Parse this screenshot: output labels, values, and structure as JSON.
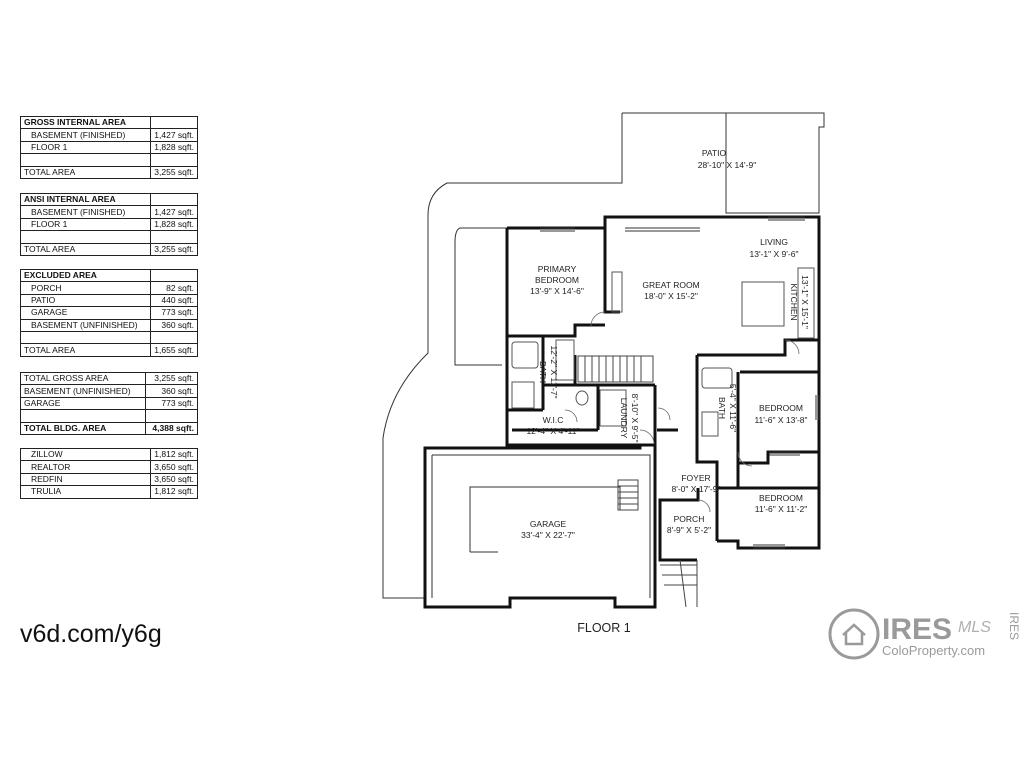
{
  "tables": {
    "gross": {
      "header": "GROSS INTERNAL AREA",
      "rows": [
        {
          "label": "BASEMENT (FINISHED)",
          "value": "1,427 sqft."
        },
        {
          "label": "FLOOR 1",
          "value": "1,828 sqft."
        }
      ],
      "total_label": "TOTAL AREA",
      "total_value": "3,255 sqft."
    },
    "ansi": {
      "header": "ANSI INTERNAL AREA",
      "rows": [
        {
          "label": "BASEMENT (FINISHED)",
          "value": "1,427 sqft."
        },
        {
          "label": "FLOOR 1",
          "value": "1,828 sqft."
        }
      ],
      "total_label": "TOTAL AREA",
      "total_value": "3,255 sqft."
    },
    "excluded": {
      "header": "EXCLUDED AREA",
      "rows": [
        {
          "label": "PORCH",
          "value": "82 sqft."
        },
        {
          "label": "PATIO",
          "value": "440 sqft."
        },
        {
          "label": "GARAGE",
          "value": "773 sqft."
        },
        {
          "label": "BASEMENT (UNFINISHED)",
          "value": "360 sqft."
        }
      ],
      "total_label": "TOTAL AREA",
      "total_value": "1,655 sqft."
    },
    "summary": {
      "rows": [
        {
          "label": "TOTAL GROSS AREA",
          "value": "3,255 sqft."
        },
        {
          "label": "BASEMENT (UNFINISHED)",
          "value": "360 sqft."
        },
        {
          "label": "GARAGE",
          "value": "773 sqft."
        }
      ],
      "total_label": "TOTAL BLDG. AREA",
      "total_value": "4,388 sqft."
    },
    "sites": {
      "rows": [
        {
          "label": "ZILLOW",
          "value": "1,812 sqft."
        },
        {
          "label": "REALTOR",
          "value": "3,650 sqft."
        },
        {
          "label": "REDFIN",
          "value": "3,650 sqft."
        },
        {
          "label": "TRULIA",
          "value": "1,812 sqft."
        }
      ]
    }
  },
  "short_url": "v6d.com/y6g",
  "floor_label": "FLOOR 1",
  "rooms": {
    "patio": {
      "name": "PATIO",
      "dims": "28'-10\" X 14'-9\""
    },
    "living": {
      "name": "LIVING",
      "dims": "13'-1\" X 9'-6\""
    },
    "primary_bedroom": {
      "name1": "PRIMARY",
      "name2": "BEDROOM",
      "dims": "13'-9\" X 14'-6\""
    },
    "great_room": {
      "name": "GREAT ROOM",
      "dims": "18'-0\" X 15'-2\""
    },
    "kitchen": {
      "name": "KITCHEN",
      "dims": "13'-1\" X 15'-1\""
    },
    "bath1": {
      "name": "BATH",
      "dims": "12'-2\" X 11'-7\""
    },
    "wic": {
      "name": "W.I.C",
      "dims": "12'-4\" X 4'-11\""
    },
    "laundry": {
      "name": "LAUNDRY",
      "dims": "8'-10\" X 9'-5\""
    },
    "bath2": {
      "name": "BATH",
      "dims": "5'-4\" X 11'-6\""
    },
    "bedroom1": {
      "name": "BEDROOM",
      "dims": "11'-6\" X 13'-8\""
    },
    "foyer": {
      "name": "FOYER",
      "dims": "8'-0\" X 17'-9\""
    },
    "porch": {
      "name": "PORCH",
      "dims": "8'-9\" X 5'-2\""
    },
    "bedroom2": {
      "name": "BEDROOM",
      "dims": "11'-6\" X 11'-2\""
    },
    "garage": {
      "name": "GARAGE",
      "dims": "33'-4\" X 22'-7\""
    }
  },
  "logo": {
    "brand": "IRES",
    "mls": "MLS",
    "site": "ColoProperty.com",
    "side": "IRES"
  }
}
